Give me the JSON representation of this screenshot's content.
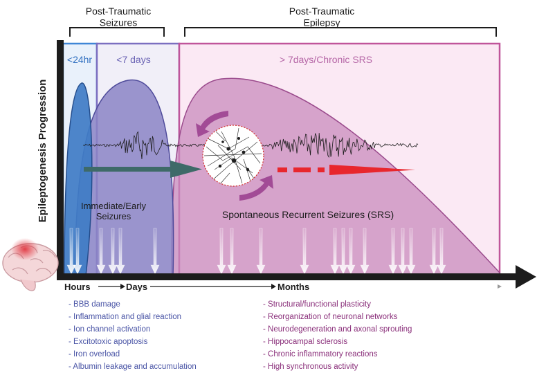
{
  "brackets": {
    "pts_title": "Post-Traumatic\nSeizures",
    "pte_title": "Post-Traumatic\nEpilepsy"
  },
  "phases": {
    "p1": "<24hr",
    "p2": "<7 days",
    "p3": "> 7days/Chronic SRS"
  },
  "yaxis_label": "Epileptogenesis Progression",
  "labels": {
    "early_seizures": "Immediate/Early\nSeizures",
    "srs": "Spontaneous Recurrent Seizures (SRS)"
  },
  "timeline": {
    "hours": "Hours",
    "days": "Days",
    "months": "Months"
  },
  "early_list": [
    "- BBB damage",
    "- Inflammation and glial reaction",
    "- Ion channel activation",
    "- Excitotoxic apoptosis",
    "- Iron overload",
    "- Albumin leakage and accumulation"
  ],
  "late_list": [
    "- Structural/functional plasticity",
    "- Reorganization of neuronal networks",
    "- Neurodegeneration and axonal sprouting",
    "- Hippocampal sclerosis",
    "- Chronic inflammatory reactions",
    "- High synchronous activity"
  ],
  "colors": {
    "hours_phase": "#2f6fc0",
    "days_phase": "#6a63b4",
    "chronic_phase": "#b566a6",
    "arrow_teal": "#3e6a68",
    "arrow_red": "#e8272d",
    "text_early": "#4a55a6",
    "text_late": "#8a2f7a"
  },
  "icons": [
    "brain-icon",
    "neuron-network-icon",
    "cycle-arrow-icon"
  ]
}
